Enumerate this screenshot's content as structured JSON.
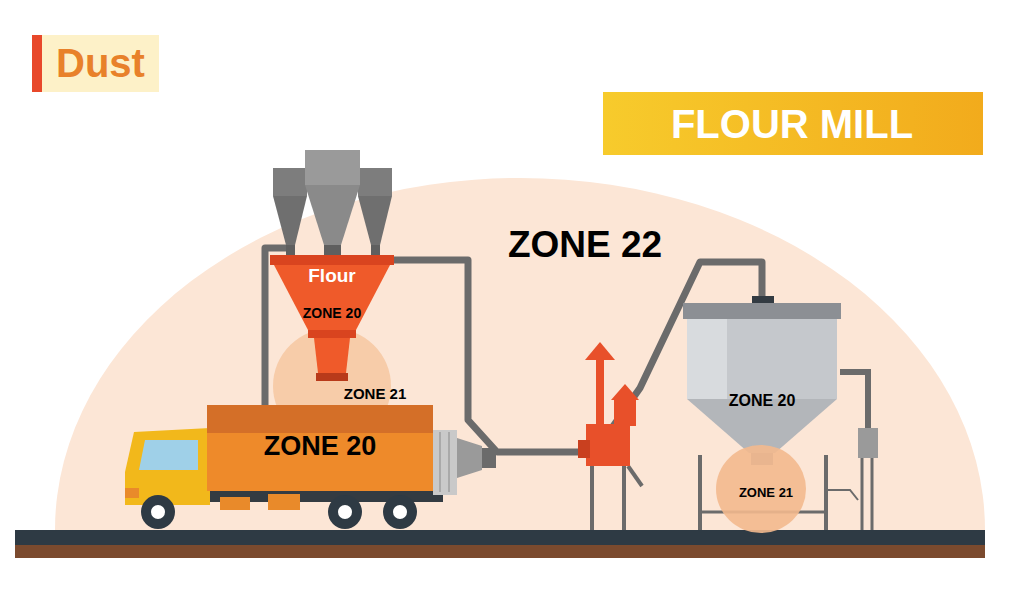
{
  "diagram": {
    "title": "Dust",
    "nodes": [
      {
        "text": [
          "FLOUR MILL"
        ]
      },
      {
        "text": [
          "ZONE 22"
        ]
      },
      {
        "text": [
          "Flour",
          "ZONE 20"
        ],
        "in": 1
      },
      {
        "text": [
          "ZONE 21"
        ],
        "in": 1
      },
      {
        "text": [
          "ZONE 20"
        ],
        "in": 1
      },
      {
        "text": [
          "ZONE 20"
        ],
        "in": 1
      },
      {
        "text": [
          "ZONE 21"
        ],
        "in": 1
      }
    ],
    "edges": [
      {
        "from": 2,
        "to": 5,
        "arrow": "none"
      }
    ]
  }
}
